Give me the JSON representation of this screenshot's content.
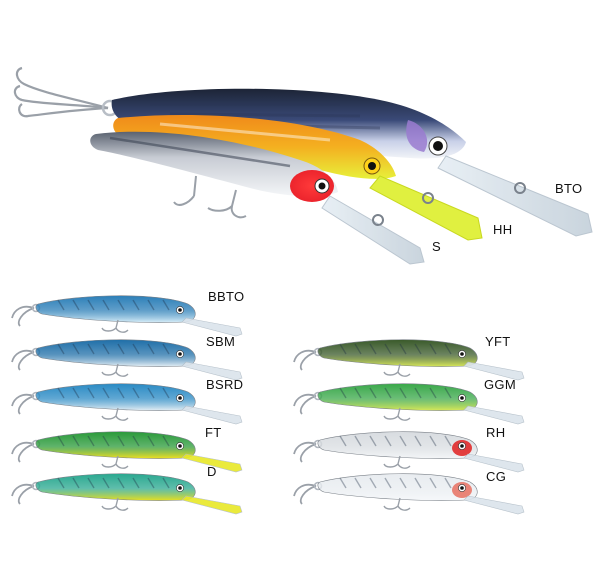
{
  "hero": {
    "lures": [
      {
        "code": "BTO",
        "back": "#1c2436",
        "belly": "#f2f4f8",
        "accent": "#9a7bd0"
      },
      {
        "code": "HH",
        "back": "#f08a1a",
        "belly": "#e8f03a",
        "accent": "#ffd21a"
      },
      {
        "code": "S",
        "back": "#5a6270",
        "belly": "#f4f6f8",
        "accent": "#e8202a"
      }
    ]
  },
  "left_column": [
    {
      "code": "BBTO",
      "back": "#2c7fb8",
      "belly": "#d8eef8"
    },
    {
      "code": "SBM",
      "back": "#1f6fa8",
      "belly": "#e4eef4"
    },
    {
      "code": "BSRD",
      "back": "#2a8ac4",
      "belly": "#e4eef4"
    },
    {
      "code": "FT",
      "back": "#2a9a3a",
      "belly": "#f0e020"
    },
    {
      "code": "D",
      "back": "#2aa890",
      "belly": "#e8e020"
    }
  ],
  "right_column": [
    {
      "code": "YFT",
      "back": "#3a5a2a",
      "belly": "#d8e858"
    },
    {
      "code": "GGM",
      "back": "#3aa84a",
      "belly": "#d8e858"
    },
    {
      "code": "RH",
      "back": "#d8dce0",
      "belly": "#f4f6f8",
      "accent": "#e02020"
    },
    {
      "code": "CG",
      "back": "#e8ecf0",
      "belly": "#f6f8fa",
      "accent": "#e87060"
    }
  ]
}
